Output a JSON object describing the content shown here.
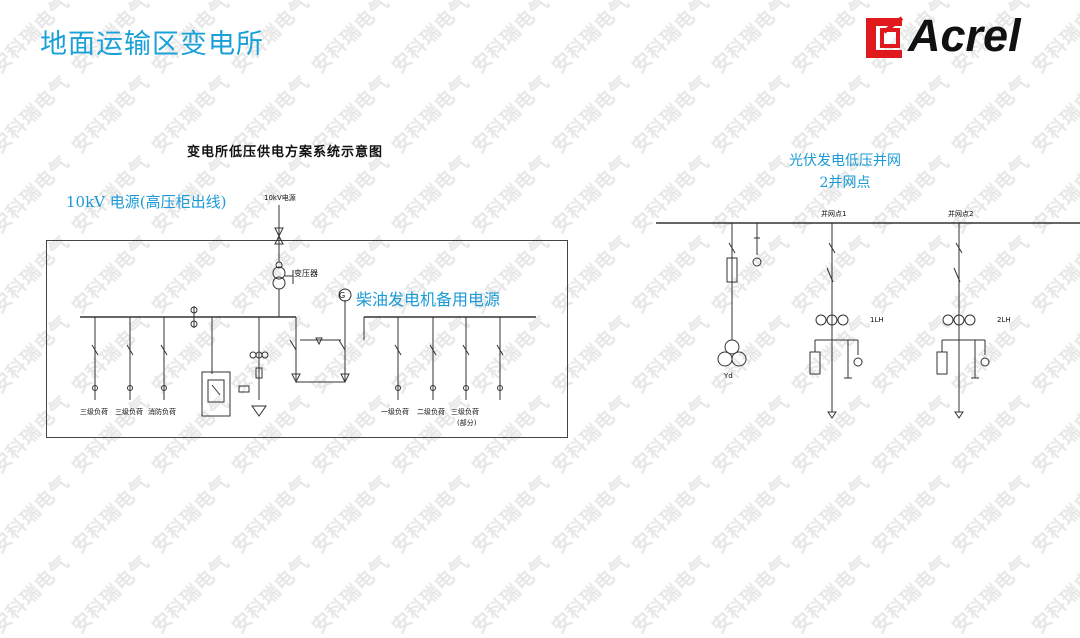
{
  "slide_title": "地面运输区变电所",
  "logo": {
    "text": "Acrel"
  },
  "watermark_text": "安科瑞电气",
  "left_diagram": {
    "title": "变电所低压供电方案系统示意图",
    "source_annotation": "10kV 电源(高压柜出线)",
    "source_label": "10kV电源",
    "transformer_label": "变压器",
    "generator_annotation": "柴油发电机备用电源",
    "generator_symbol": "G",
    "load_labels": [
      "三级负荷",
      "三级负荷",
      "消防负荷",
      "一级负荷",
      "二级负荷",
      "三级负荷"
    ],
    "load_note": "(部分)"
  },
  "right_diagram": {
    "annotation_line1": "光伏发电低压并网",
    "annotation_line2": "2并网点",
    "point1_label": "并网点1",
    "point2_label": "并网点2",
    "meter1_label": "1LH",
    "meter2_label": "2LH",
    "transformer_label": "Yd"
  },
  "colors": {
    "accent": "#1a9ad6",
    "line": "#333333",
    "logo_red": "#e0191c"
  }
}
